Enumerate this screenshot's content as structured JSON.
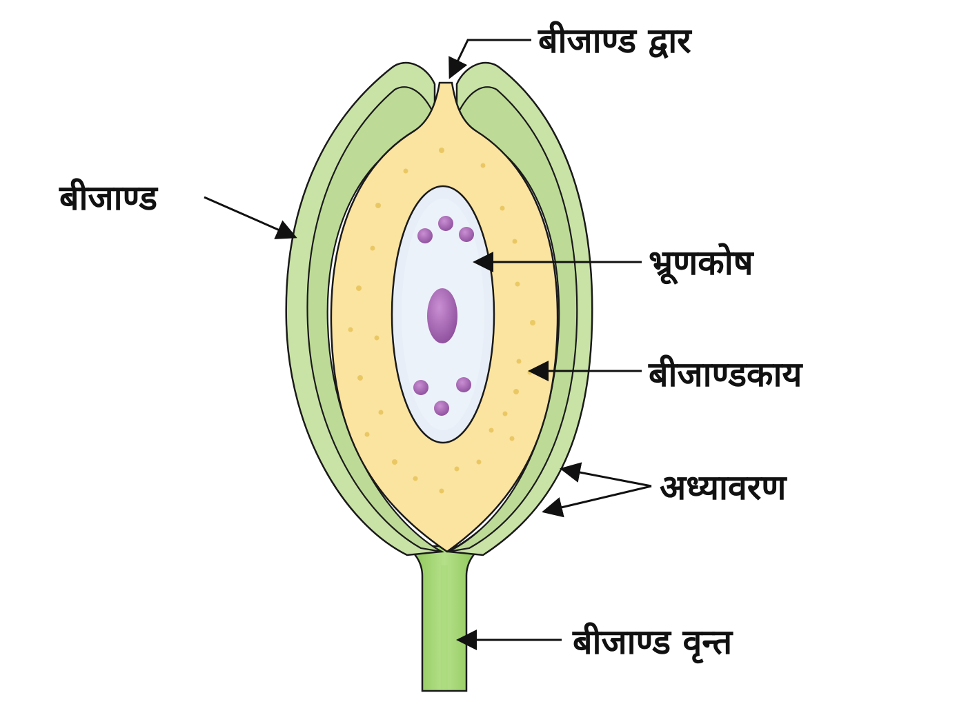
{
  "diagram": {
    "labels": {
      "micropyle": "बीजाण्ड द्वार",
      "ovule": "बीजाण्ड",
      "embryo_sac": "भ्रूणकोष",
      "nucellus": "बीजाण्डकाय",
      "integuments": "अध्यावरण",
      "funicle": "बीजाण्ड वृन्त"
    },
    "colors": {
      "outer_integument": "#c6e0a2",
      "inner_integument": "#b8d88e",
      "nucellus": "#fbe3a0",
      "embryo_sac": "#e9eff7",
      "nuclei": "#9a5aa8",
      "funicle": "#96cc5e",
      "outline": "#1a1a1a"
    }
  }
}
